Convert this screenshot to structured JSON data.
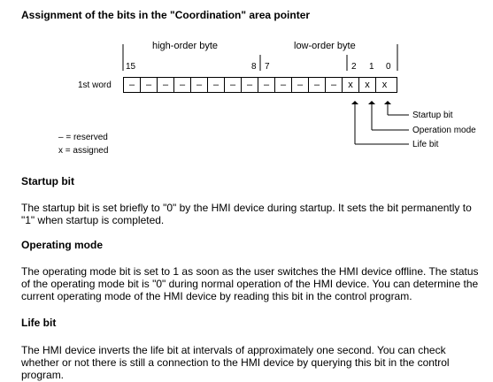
{
  "title": "Assignment of the bits in the \"Coordination\" area pointer",
  "diagram": {
    "high_byte_label": "high-order byte",
    "low_byte_label": "low-order byte",
    "bit_numbers": {
      "b15": "15",
      "b8": "8",
      "b7": "7",
      "b2": "2",
      "b1": "1",
      "b0": "0"
    },
    "word_label": "1st word",
    "cells": [
      "–",
      "–",
      "–",
      "–",
      "–",
      "–",
      "–",
      "–",
      "–",
      "–",
      "–",
      "–",
      "–",
      "x",
      "x",
      "x"
    ],
    "callouts": {
      "startup": "Startup bit",
      "operating": "Operation mode",
      "life": "Life bit"
    },
    "legend": {
      "reserved": "– = reserved",
      "assigned": "x = assigned"
    }
  },
  "sections": [
    {
      "heading": "Startup bit",
      "body": "The startup bit is set briefly to \"0\" by the HMI device during startup. It sets the bit permanently to \"1\" when startup is completed."
    },
    {
      "heading": "Operating mode",
      "body": "The operating mode bit is set to 1 as soon as the user switches the HMI device offline. The status of the operating mode bit is \"0\" during normal operation of the HMI device. You can determine the current operating mode of the HMI device by reading this bit in the control program."
    },
    {
      "heading": "Life bit",
      "body": "The HMI device inverts the life bit at intervals of approximately one second. You can check whether or not there is still a connection to the HMI device by querying this bit in the control program."
    }
  ]
}
